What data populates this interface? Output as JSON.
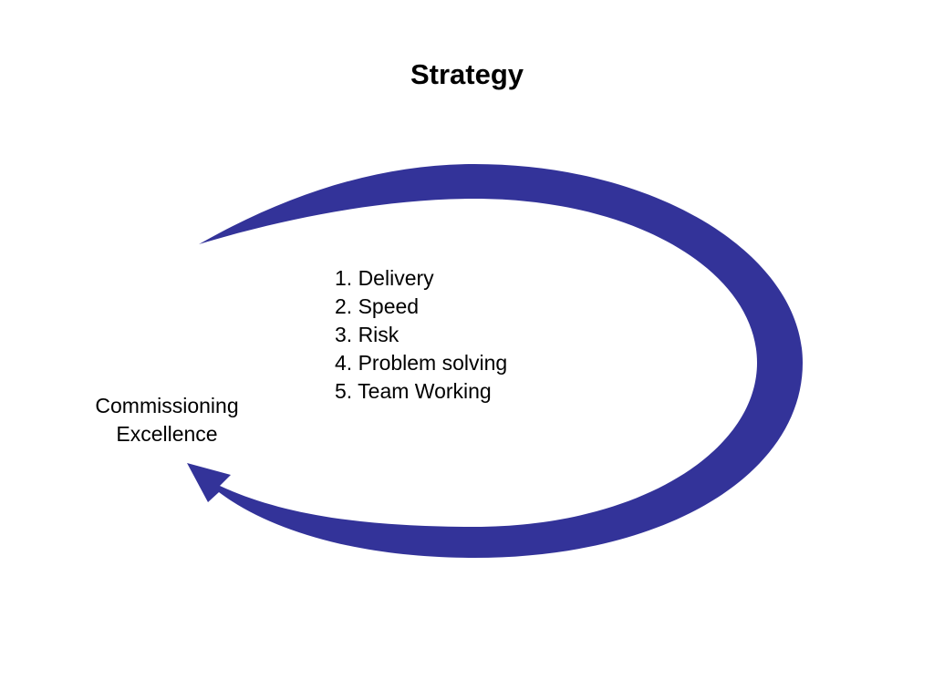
{
  "slide": {
    "title": "Strategy"
  },
  "diagram": {
    "type": "cycle-arrow",
    "arrow_color": "#333399",
    "center_label": {
      "line1": "Commissioning",
      "line2": "Excellence"
    },
    "list_items": [
      "1. Delivery",
      "2. Speed",
      "3. Risk",
      "4. Problem solving",
      "5. Team Working"
    ]
  }
}
